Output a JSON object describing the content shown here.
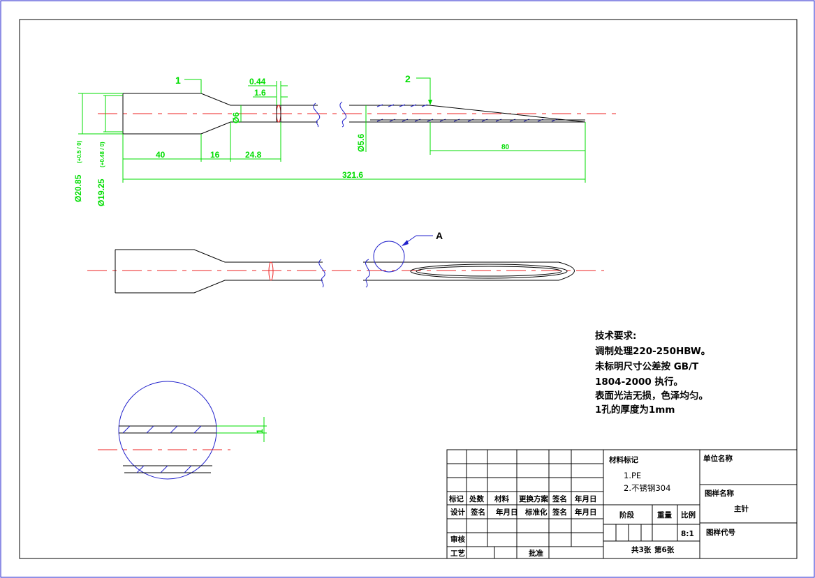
{
  "drawing": {
    "part_labels": {
      "label_1": "1",
      "label_2": "2",
      "detail_ref": "A"
    },
    "dimensions": {
      "d_044": "0.44",
      "d_16a": "1.6",
      "d_phi6": "Ø6",
      "d_phi56": "Ø5.6",
      "d_80": "80",
      "d_40": "40",
      "d_16": "16",
      "d_248": "24.8",
      "d_total": "321.6",
      "d_phi2085": "Ø20.85",
      "d_phi2085_tol": "(+0.5 / 0)",
      "d_phi1925": "Ø19.25",
      "d_phi1925_tol": "(+0.48 / 0)",
      "d_detail_1": "1"
    },
    "tech_requirements": {
      "title": "技术要求:",
      "lines": [
        "调制处理220-250HBW。",
        "未标明尺寸公差按 GB/T",
        "1804-2000 执行。",
        "表面光洁无损，色泽均匀。",
        "1孔的厚度为1mm"
      ]
    },
    "title_block": {
      "material_mark": "材料标记",
      "materials": [
        "1.PE",
        "2.不锈钢304"
      ],
      "row_headers": [
        "标记",
        "处数",
        "材料",
        "更换方案",
        "签名",
        "年月日"
      ],
      "row_sign": [
        "设计",
        "签名",
        "年月日",
        "标准化",
        "签名",
        "年月日"
      ],
      "review": "审核",
      "process": "工艺",
      "approve": "批准",
      "stage": "阶段",
      "weight": "重量",
      "scale": "比例",
      "scale_value": "8:1",
      "sheets": "共3张",
      "sheet_no": "第6张",
      "unit_name": "单位名称",
      "drawing_name_label": "图样名称",
      "drawing_name": "主针",
      "drawing_code": "图样代号"
    }
  }
}
